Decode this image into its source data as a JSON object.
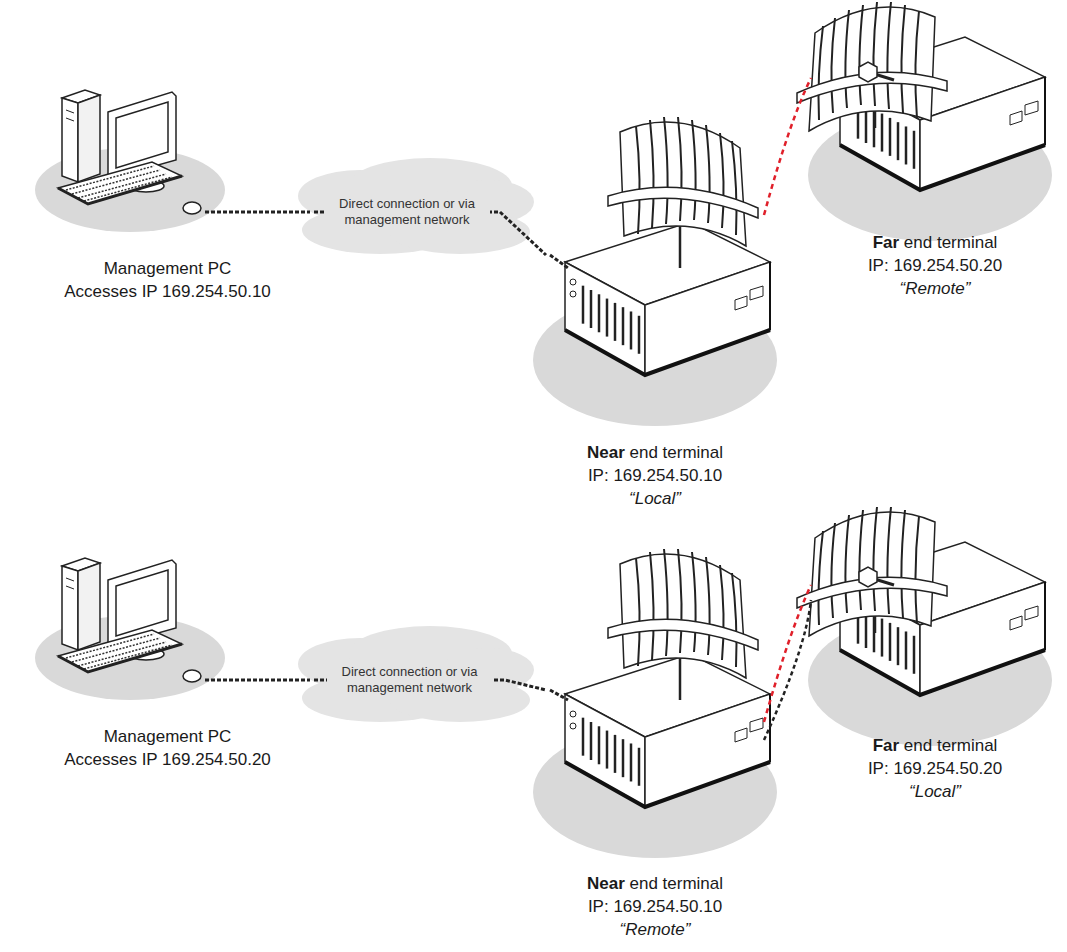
{
  "diagram": {
    "nodes": [
      {
        "text": [
          "Management PC",
          "Accesses IP 169.254.50.10"
        ]
      },
      {
        "text": [
          "Near end terminal",
          "IP: 169.254.50.10",
          "“Local”"
        ]
      },
      {
        "text": [
          "Far end terminal",
          "IP: 169.254.50.20",
          "“Remote”"
        ]
      },
      {
        "text": [
          "Management PC",
          "Accesses IP 169.254.50.20"
        ]
      },
      {
        "text": [
          "Near end terminal",
          "IP: 169.254.50.10",
          "“Remote”"
        ]
      },
      {
        "text": [
          "Far end terminal",
          "IP: 169.254.50.20",
          "“Local”"
        ]
      }
    ],
    "edges": [
      {
        "from": 0,
        "to": 1,
        "label": "Direct connection or via management network",
        "arrow": "none"
      },
      {
        "from": 1,
        "to": 2,
        "arrow": "none"
      },
      {
        "from": 3,
        "to": 4,
        "label": "Direct connection or via management network",
        "arrow": "none"
      },
      {
        "from": 4,
        "to": 5,
        "arrow": "none"
      },
      {
        "from": 4,
        "to": 5,
        "arrow": "none"
      }
    ]
  }
}
